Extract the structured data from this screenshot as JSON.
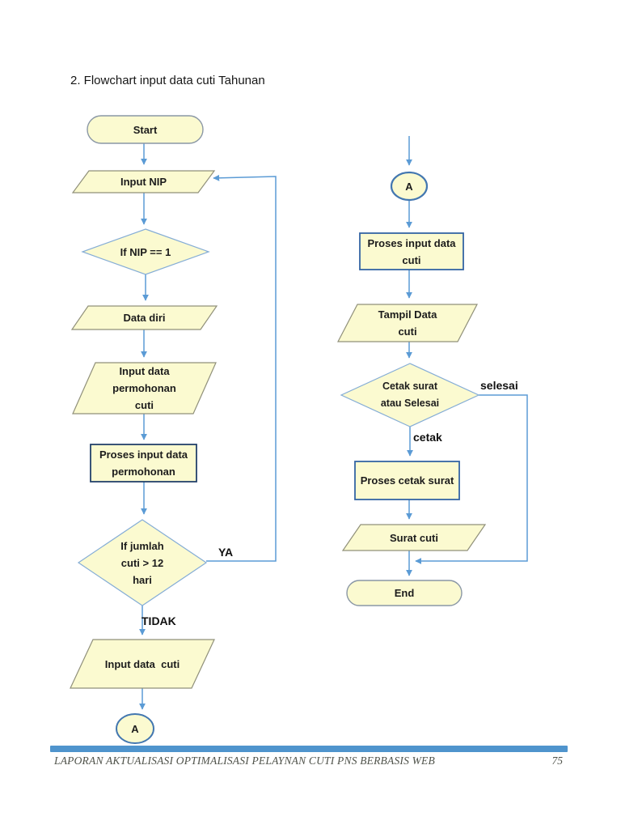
{
  "document": {
    "title": "2. Flowchart input data cuti Tahunan",
    "footer": {
      "text": "LAPORAN AKTUALISASI OPTIMALISASI PELAYNAN CUTI PNS BERBASIS WEB",
      "page_number": "75"
    }
  },
  "colors": {
    "connector": "#5b9bd5",
    "shape_fill": "#fbfad0",
    "io_border": "#90907a",
    "decision_border": "#85add6",
    "terminator_border": "#8a97a5",
    "process_border_dark": "#24416b",
    "process_border_blue": "#3465a4",
    "connector_circle_border": "#4377b0",
    "footer_bar": "#4f94cd"
  },
  "flowchart": {
    "nodes": {
      "start": {
        "type": "terminator",
        "label": "Start"
      },
      "input_nip": {
        "type": "io",
        "label": "Input NIP"
      },
      "if_nip": {
        "type": "decision",
        "label": "If NIP == 1"
      },
      "data_diri": {
        "type": "io",
        "label": "Data diri"
      },
      "input_permohonan": {
        "type": "io",
        "label": "Input data\npermohonan\ncuti"
      },
      "proses_permohonan": {
        "type": "process",
        "label": "Proses input data\npermohonan"
      },
      "if_jumlah": {
        "type": "decision",
        "label": "If jumlah\ncuti > 12\nhari"
      },
      "input_cuti": {
        "type": "io",
        "label": "Input data  cuti"
      },
      "connector_a_left": {
        "type": "connector",
        "label": "A"
      },
      "connector_a_right": {
        "type": "connector",
        "label": "A"
      },
      "proses_input_cuti": {
        "type": "process",
        "label": "Proses input data\ncuti"
      },
      "tampil_data": {
        "type": "io",
        "label": "Tampil Data\ncuti"
      },
      "cetak_or_selesai": {
        "type": "decision",
        "label": "Cetak surat\natau Selesai"
      },
      "proses_cetak": {
        "type": "process",
        "label": "Proses cetak surat"
      },
      "surat_cuti": {
        "type": "io",
        "label": "Surat cuti"
      },
      "end": {
        "type": "terminator",
        "label": "End"
      }
    },
    "edge_labels": {
      "ya": "YA",
      "tidak": "TIDAK",
      "cetak": "cetak",
      "selesai": "selesai"
    }
  }
}
